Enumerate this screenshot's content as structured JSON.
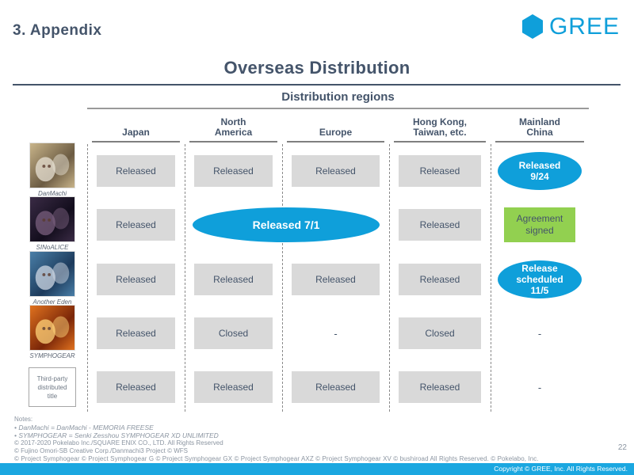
{
  "header": {
    "section_title": "3. Appendix",
    "brand_name": "GREE",
    "brand_color": "#0f9fda",
    "logo_icon": "gree-hexagon-icon"
  },
  "slide": {
    "title": "Overseas Distribution",
    "title_color": "#44546a"
  },
  "table": {
    "group_header": "Distribution regions",
    "columns": [
      {
        "label": "Japan"
      },
      {
        "label": "North\nAmerica"
      },
      {
        "label": "Europe"
      },
      {
        "label": "Hong Kong,\nTaiwan, etc."
      },
      {
        "label": "Mainland\nChina"
      }
    ],
    "rows": [
      {
        "title": "DanMachi",
        "thumb_name": "danmachi-thumbnail",
        "cells": [
          {
            "type": "box",
            "text": "Released"
          },
          {
            "type": "box",
            "text": "Released"
          },
          {
            "type": "box",
            "text": "Released"
          },
          {
            "type": "box",
            "text": "Released"
          },
          {
            "type": "oval",
            "text": "Released 9/24"
          }
        ]
      },
      {
        "title": "SINoALICE",
        "thumb_name": "sinoalice-thumbnail",
        "cells": [
          {
            "type": "box",
            "text": "Released"
          },
          {
            "type": "oval-wide",
            "text": "Released 7/1"
          },
          {
            "type": "span",
            "text": ""
          },
          {
            "type": "box",
            "text": "Released"
          },
          {
            "type": "green",
            "text": "Agreement signed"
          }
        ]
      },
      {
        "title": "Another Eden",
        "thumb_name": "another-eden-thumbnail",
        "cells": [
          {
            "type": "box",
            "text": "Released"
          },
          {
            "type": "box",
            "text": "Released"
          },
          {
            "type": "box",
            "text": "Released"
          },
          {
            "type": "box",
            "text": "Released"
          },
          {
            "type": "oval",
            "text": "Release scheduled 11/5"
          }
        ]
      },
      {
        "title": "SYMPHOGEAR",
        "thumb_name": "symphogear-thumbnail",
        "cells": [
          {
            "type": "box",
            "text": "Released"
          },
          {
            "type": "box",
            "text": "Closed"
          },
          {
            "type": "dash",
            "text": "-"
          },
          {
            "type": "box",
            "text": "Closed"
          },
          {
            "type": "dash",
            "text": "-"
          }
        ]
      },
      {
        "title": "Third-party distributed title",
        "thumb_name": "third-party-title-box",
        "cells": [
          {
            "type": "box",
            "text": "Released"
          },
          {
            "type": "box",
            "text": "Released"
          },
          {
            "type": "box",
            "text": "Released"
          },
          {
            "type": "box",
            "text": "Released"
          },
          {
            "type": "dash",
            "text": "-"
          }
        ]
      }
    ]
  },
  "badges": {
    "released_924_line1": "Released",
    "released_924_line2": "9/24",
    "released_71": "Released 7/1",
    "agreement_line1": "Agreement",
    "agreement_line2": "signed",
    "release_sched_line1": "Release",
    "release_sched_line2": "scheduled",
    "release_sched_line3": "11/5",
    "oval_color": "#0f9fda",
    "green_color": "#92d050",
    "cell_color": "#d9d9d9"
  },
  "notes": {
    "heading": "Notes:",
    "line1": "• DanMachi = DanMachi - MEMORIA FREESE",
    "line2": "• SYMPHOGEAR = Senki Zesshou SYMPHOGEAR XD UNLIMITED",
    "line3": "© 2017-2020 Pokelabo Inc./SQUARE ENIX CO., LTD. All Rights Reserved",
    "line4": "© Fujino Omori-SB Creative Corp./Danmachi3 Project   © WFS",
    "line5": "© Project Symphogear   © Project Symphogear G   © Project Symphogear GX   © Project Symphogear AXZ   © Project Symphogear XV   © bushiroad All Rights Reserved.   © Pokelabo, Inc."
  },
  "footer": {
    "page_number": "22",
    "copyright": "Copyright © GREE, Inc. All Rights Reserved.",
    "bar_color": "#1ba7e0"
  }
}
